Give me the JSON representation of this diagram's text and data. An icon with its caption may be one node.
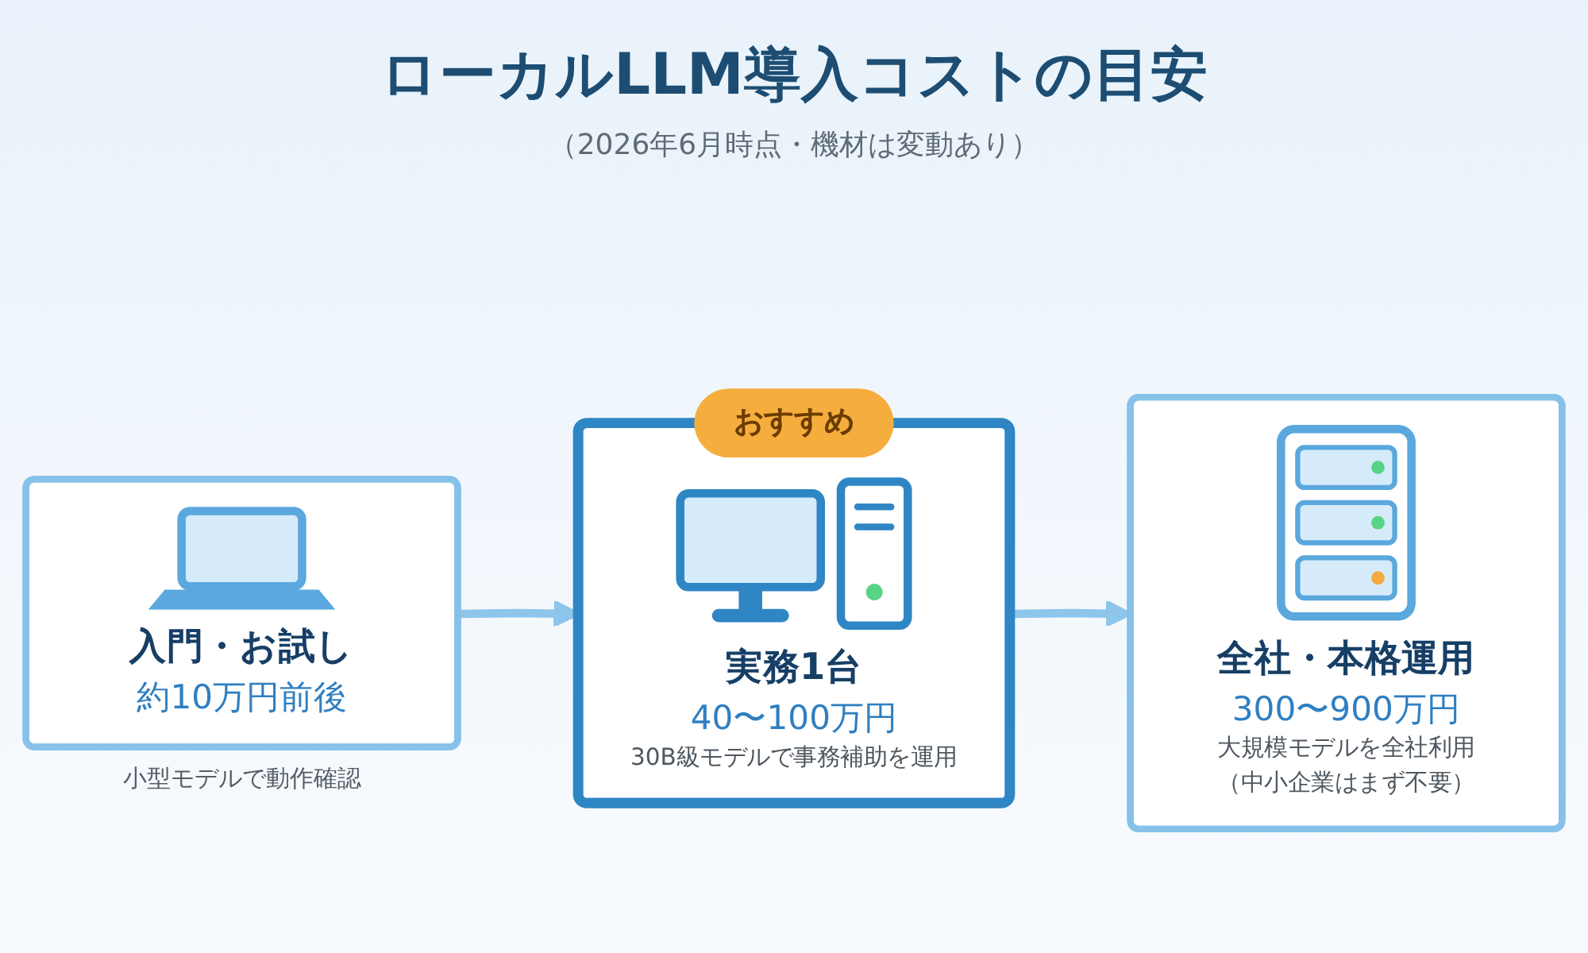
{
  "diagram": {
    "title": "ローカルLLM導入コストの目安",
    "labels": [
      "（2026年6月時点・機材は変動あり）"
    ],
    "nodes": [
      {
        "text": [
          "入門・お試し",
          "約10万円前後"
        ],
        "beside": [
          "小型モデルで動作確認"
        ]
      },
      {
        "text": [
          "実務1台",
          "40〜100万円",
          "30B級モデルで事務補助を運用"
        ]
      },
      {
        "text": [
          "おすすめ"
        ]
      },
      {
        "text": [
          "全社・本格運用",
          "300〜900万円",
          "大規模モデルを全社利用",
          "（中小企業はまず不要）"
        ]
      }
    ],
    "edges": [
      {
        "from": 0,
        "to": 1,
        "arrow": "to"
      },
      {
        "from": 1,
        "to": 3,
        "arrow": "to"
      }
    ]
  }
}
